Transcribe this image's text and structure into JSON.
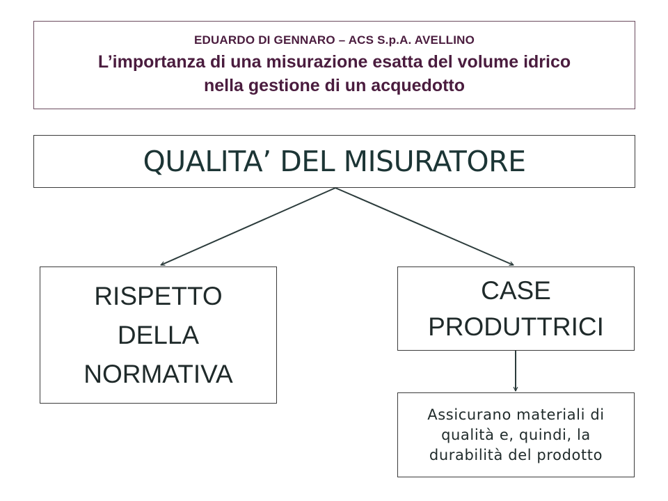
{
  "header": {
    "author": "EDUARDO DI GENNARO – ACS S.p.A. AVELLINO",
    "title_lines": [
      "L’importanza di una misurazione esatta del volume idrico",
      "nella gestione di un acquedotto"
    ]
  },
  "root": {
    "label": "QUALITA’ DEL MISURATORE"
  },
  "left_node": {
    "lines": [
      "RISPETTO",
      "DELLA",
      "NORMATIVA"
    ]
  },
  "right_node": {
    "lines": [
      "CASE",
      "PRODUTTRICI"
    ]
  },
  "right_child": {
    "lines": [
      "Assicurano materiali di",
      "qualità e, quindi, la",
      "durabilità del prodotto"
    ]
  },
  "colors": {
    "header_text": "#4a1c3e",
    "header_border": "#6a4b5e",
    "main_text": "#1c3535",
    "connector": "#2b3b3b"
  }
}
